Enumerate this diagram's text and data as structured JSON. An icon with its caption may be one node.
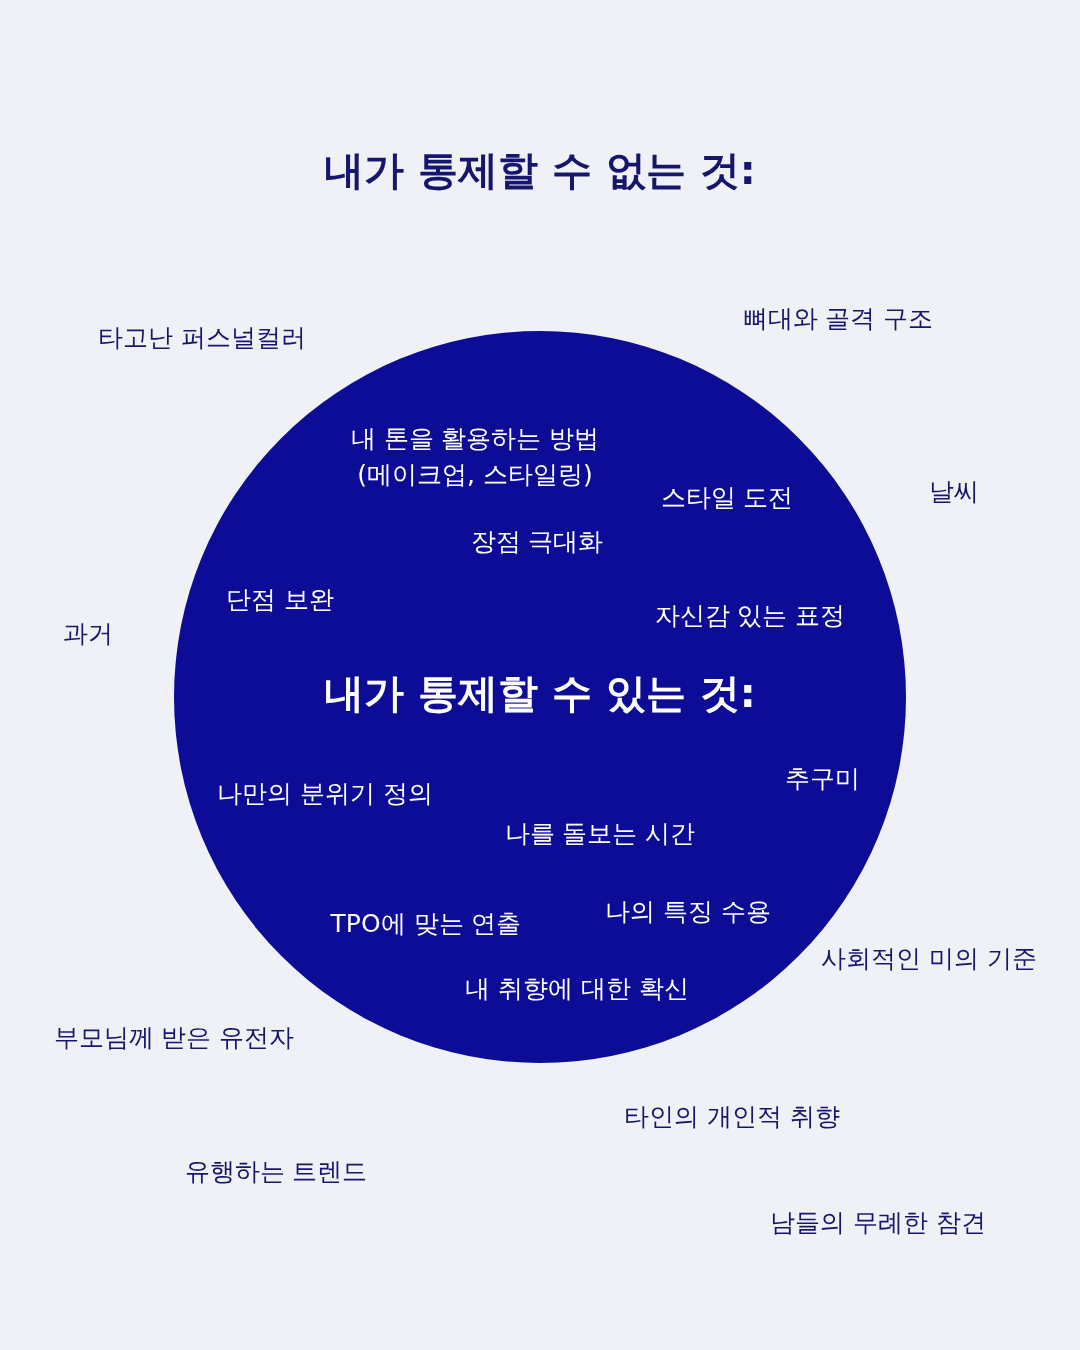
{
  "diagram": {
    "title": "내가 통제할 수 없는 것:",
    "nodes": [
      {
        "text": [
          "내가 통제할 수 있는 것:",
          "내 톤을 활용하는 방법 (메이크업, 스타일링)",
          "스타일 도전",
          "장점 극대화",
          "단점 보완",
          "자신감 있는 표정",
          "추구미",
          "나만의 분위기 정의",
          "나를 돌보는 시간",
          "나의 특징 수용",
          "TPO에 맞는 연출",
          "내 취향에 대한 확신"
        ]
      }
    ],
    "labels": [
      "뼈대와 골격 구조",
      "타고난 퍼스널컬러",
      "날씨",
      "과거",
      "사회적인 미의 기준",
      "부모님께 받은 유전자",
      "타인의 개인적 취향",
      "유행하는 트렌드",
      "남들의 무례한 참견"
    ]
  }
}
